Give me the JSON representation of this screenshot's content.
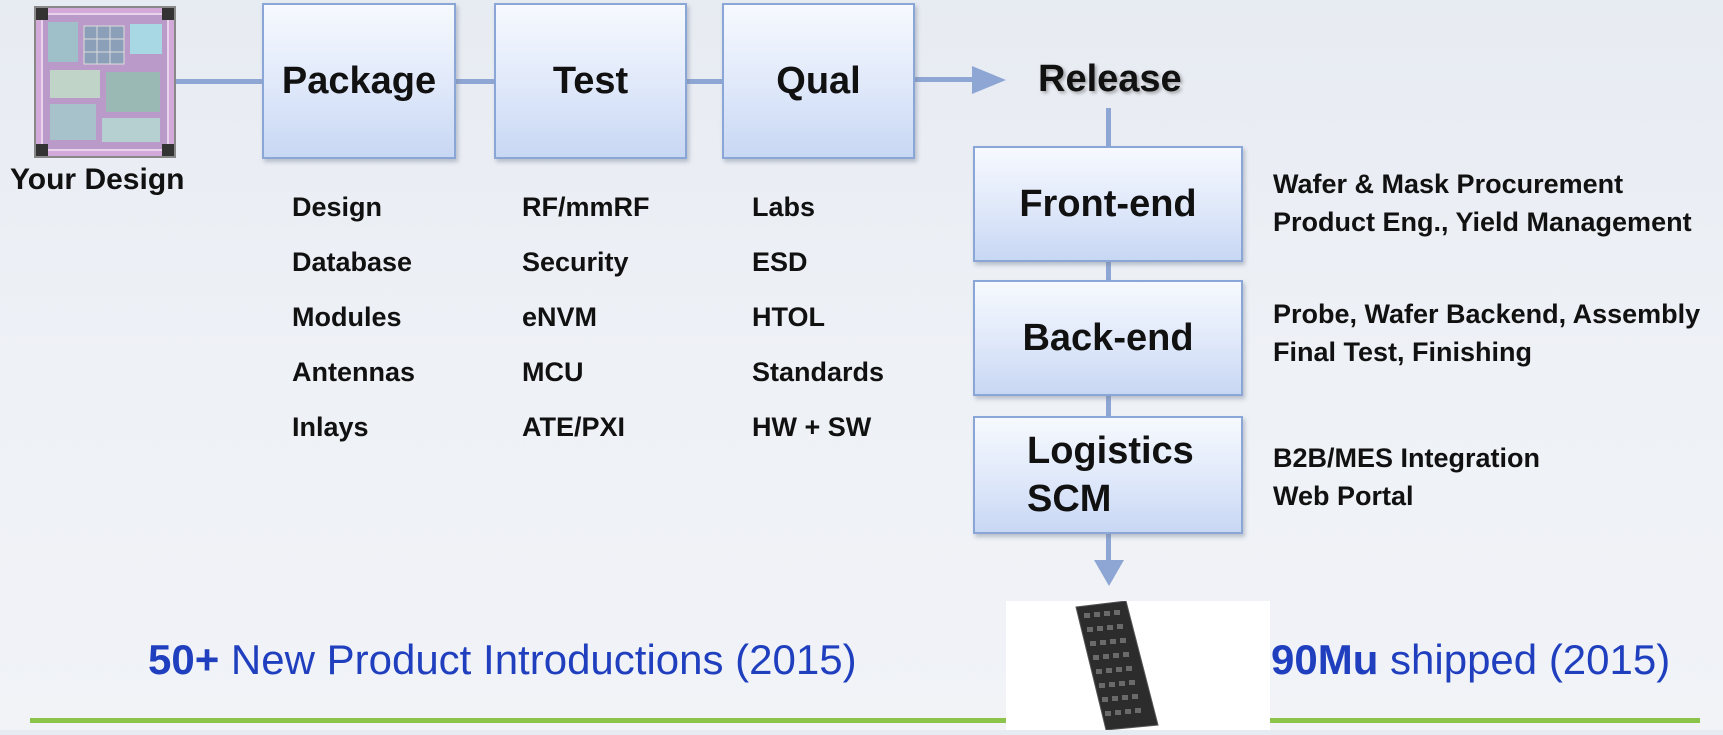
{
  "design": {
    "label": "Your Design"
  },
  "flow": {
    "package": "Package",
    "test": "Test",
    "qual": "Qual",
    "release": "Release"
  },
  "columns": {
    "package": [
      "Design",
      "Database",
      "Modules",
      "Antennas",
      "Inlays"
    ],
    "test": [
      "RF/mmRF",
      "Security",
      "eNVM",
      "MCU",
      "ATE/PXI"
    ],
    "qual": [
      "Labs",
      "ESD",
      "HTOL",
      "Standards",
      "HW + SW"
    ]
  },
  "stages": [
    {
      "label_lines": [
        "Front-end"
      ],
      "desc": [
        "Wafer & Mask Procurement",
        "Product Eng., Yield Management"
      ]
    },
    {
      "label_lines": [
        "Back-end"
      ],
      "desc": [
        "Probe, Wafer Backend, Assembly",
        "Final Test, Finishing"
      ]
    },
    {
      "label_lines": [
        "Logistics",
        "SCM"
      ],
      "desc": [
        "B2B/MES Integration",
        "Web Portal"
      ]
    }
  ],
  "stats": {
    "npi_bold": "50+",
    "npi_text": " New Product Introductions (2015)",
    "shipped_bold": "90Mu",
    "shipped_text": " shipped (2015)"
  },
  "colors": {
    "accent_blue": "#1f3fbf",
    "line_blue": "#8ea6d4",
    "rule_green": "#8cc34a"
  }
}
